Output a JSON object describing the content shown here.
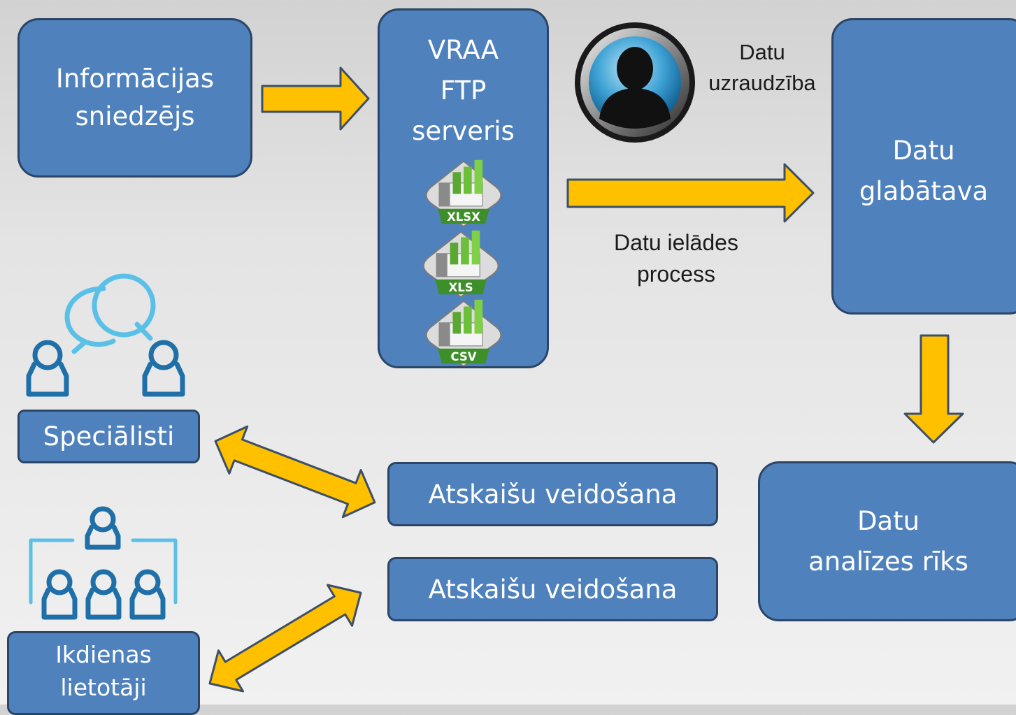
{
  "nodes": {
    "provider": {
      "line1": "Informācijas",
      "line2": "sniedzējs"
    },
    "ftp": {
      "line1": "VRAA",
      "line2": "FTP",
      "line3": "serveris"
    },
    "storage": {
      "line1": "Datu",
      "line2": "glabātava"
    },
    "analysis": {
      "line1": "Datu",
      "line2": "analīzes rīks"
    },
    "specialists": {
      "label": "Speciālisti"
    },
    "daily_users": {
      "line1": "Ikdienas",
      "line2": "lietotāji"
    },
    "report1": {
      "label": "Atskaišu veidošana"
    },
    "report2": {
      "label": "Atskaišu veidošana"
    }
  },
  "labels": {
    "supervision": {
      "line1": "Datu",
      "line2": "uzraudzība"
    },
    "load_process": {
      "line1": "Datu ielādes",
      "line2": "process"
    }
  },
  "file_types": [
    "XLSX",
    "XLS",
    "CSV"
  ],
  "icons": {
    "supervisor": "person-avatar-icon",
    "specialists": "discussion-people-icon",
    "daily_users": "user-hierarchy-icon",
    "files": "spreadsheet-file-icon"
  },
  "colors": {
    "box_fill": "#4f81bd",
    "box_border": "#2b4566",
    "arrow_fill": "#ffc000",
    "arrow_stroke": "#3d4f66",
    "people_icon": "#1f6fa8",
    "bubble_icon": "#5bc0e8",
    "spreadsheet_green": "#6cbf3a"
  }
}
